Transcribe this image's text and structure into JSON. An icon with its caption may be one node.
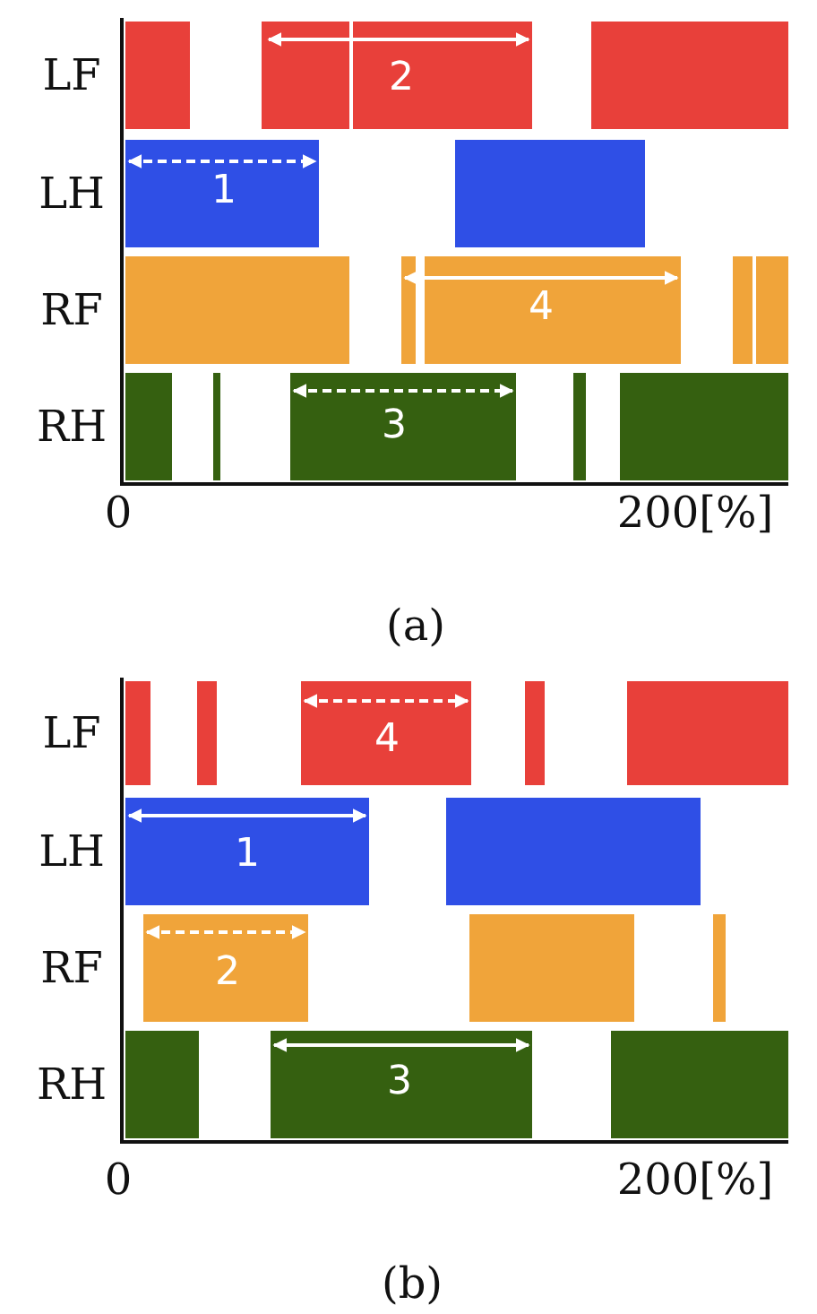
{
  "diagram": {
    "labels": [
      "LF",
      "2",
      "LH",
      "1",
      "RF",
      "4",
      "RH",
      "3",
      "0",
      "200[%]",
      "(a)",
      "LF",
      "4",
      "LH",
      "1",
      "RF",
      "2",
      "RH",
      "3",
      "0",
      "200[%]",
      "(b)"
    ]
  }
}
